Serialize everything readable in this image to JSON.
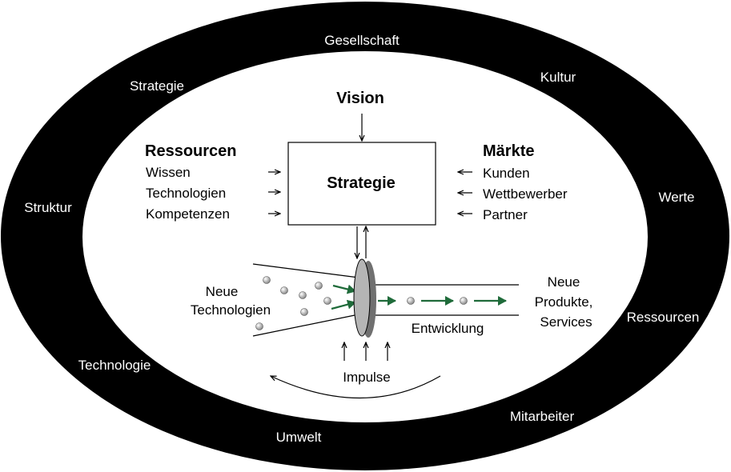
{
  "ring": {
    "labels": {
      "gesellschaft": "Gesellschaft",
      "strategie": "Strategie",
      "kultur": "Kultur",
      "struktur": "Struktur",
      "werte": "Werte",
      "ressourcen": "Ressourcen",
      "technologie": "Technologie",
      "mitarbeiter": "Mitarbeiter",
      "umwelt": "Umwelt"
    }
  },
  "center": {
    "vision": "Vision",
    "strategy_box": "Strategie",
    "resources": {
      "heading": "Ressourcen",
      "items": [
        "Wissen",
        "Technologien",
        "Kompetenzen"
      ]
    },
    "markets": {
      "heading": "Märkte",
      "items": [
        "Kunden",
        "Wettbewerber",
        "Partner"
      ]
    },
    "funnel": {
      "input_line1": "Neue",
      "input_line2": "Technologien",
      "output_line1": "Neue",
      "output_line2": "Produkte,",
      "output_line3": "Services",
      "development": "Entwicklung",
      "impulses": "Impulse"
    }
  },
  "colors": {
    "ring": "#000000",
    "background": "#ffffff",
    "accent_green": "#1f6b3a",
    "filter_gray": "#b5b5b5"
  }
}
